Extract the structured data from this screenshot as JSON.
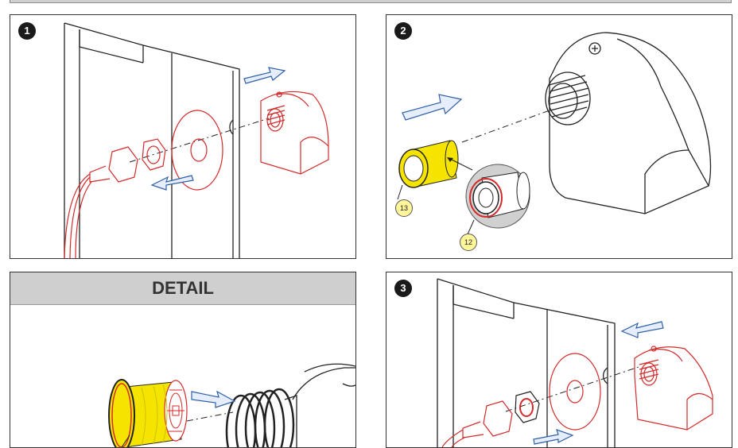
{
  "steps": {
    "step1": "1",
    "step2": "2",
    "step3": "3"
  },
  "detail": {
    "title": "DETAIL"
  },
  "parts": {
    "part_13": "13",
    "part_12": "12"
  },
  "colors": {
    "outline": "#222222",
    "part_red": "#d42a2a",
    "arrow_blue": "#2f5fa8",
    "highlight_yellow": "#f5e400",
    "header_gray": "#cfcfcf"
  },
  "icons": [
    "direction-arrow-icon",
    "step-number-badge"
  ]
}
